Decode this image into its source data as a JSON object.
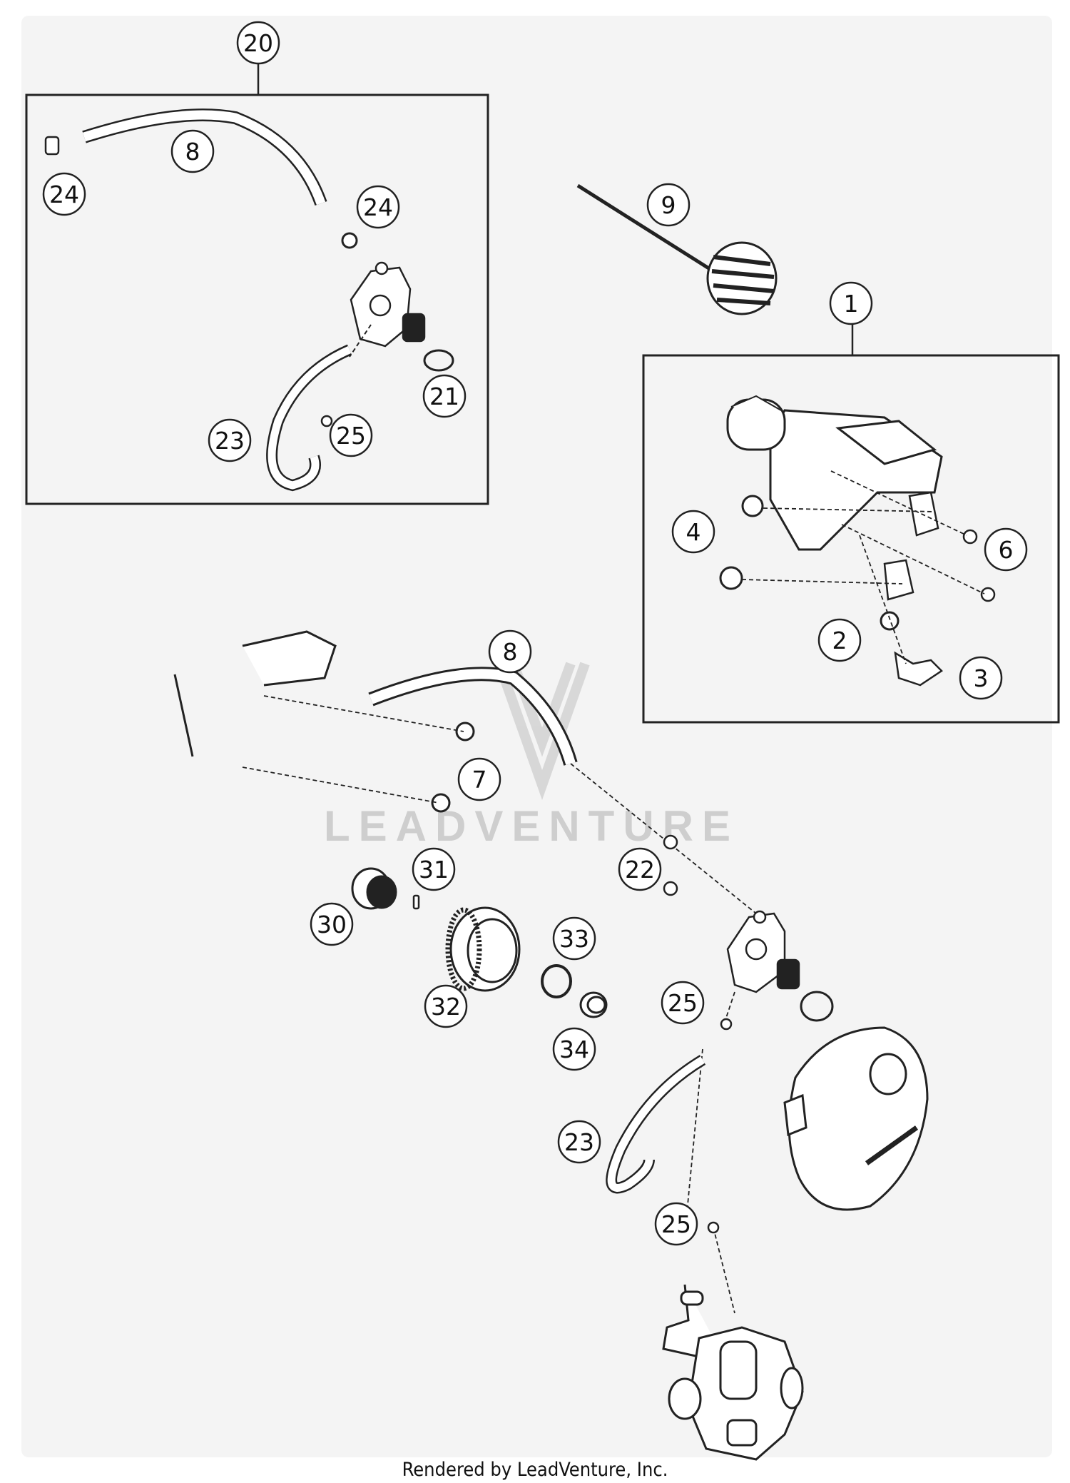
{
  "diagram": {
    "type": "exploded-parts-diagram",
    "background": "#ffffff",
    "panel_color": "#f4f4f4",
    "line_color": "#222222",
    "callouts": [
      "20",
      "8",
      "24",
      "24",
      "21",
      "23",
      "25",
      "9",
      "1",
      "4",
      "6",
      "2",
      "3",
      "8",
      "7",
      "22",
      "31",
      "30",
      "33",
      "32",
      "25",
      "34",
      "23",
      "25"
    ],
    "watermark": "LEADVENTURE",
    "footer_credit": "Rendered by LeadVenture, Inc."
  }
}
